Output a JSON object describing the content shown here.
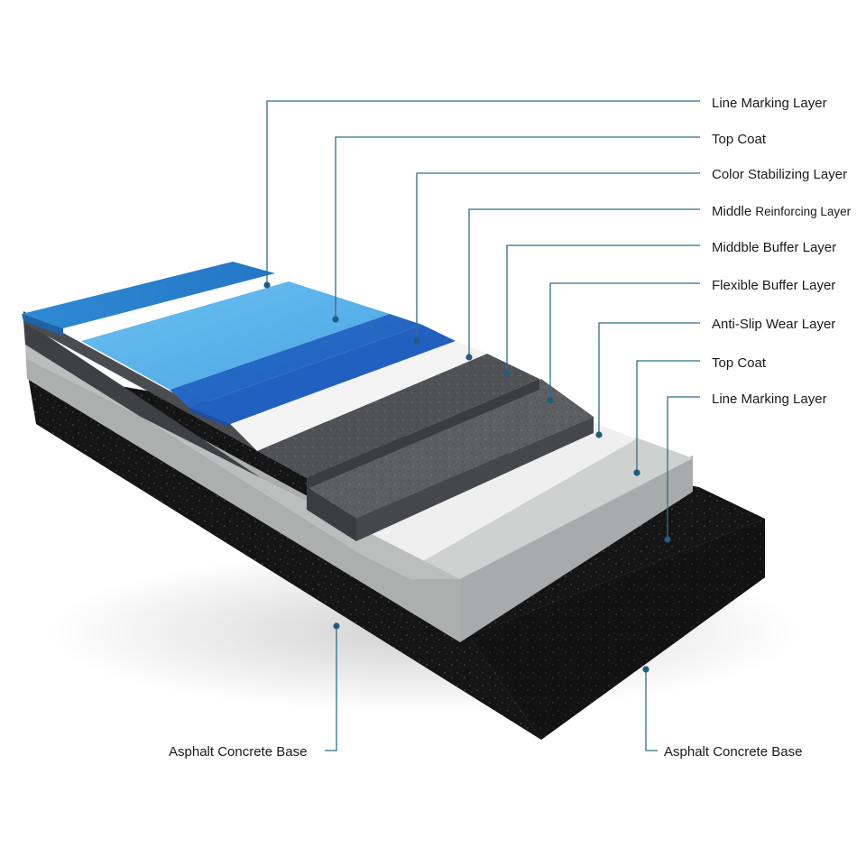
{
  "diagram": {
    "accent_color": "#2d6e8e",
    "labels": {
      "line_marking_top": "Line Marking Layer",
      "top_coat_1": "Top Coat",
      "color_stabilizing": "Color Stabilizing Layer",
      "middle_reinforcing_prefix": "Middle ",
      "middle_reinforcing_rest": "Reinforcing Layer",
      "middble_buffer": "Middble Buffer Layer",
      "flexible_buffer": "Flexible Buffer Layer",
      "anti_slip": "Anti-Slip Wear Layer",
      "top_coat_2": "Top Coat",
      "line_marking_bottom": "Line Marking Layer",
      "asphalt_left": "Asphalt Concrete Base",
      "asphalt_right": "Asphalt Concrete Base"
    },
    "layer_colors": {
      "line_marking_blue": "#2a86cf",
      "top_coat_light_blue": "#5bb3ea",
      "color_stabilizing_blue": "#2468c4",
      "white_strip": "#f3f3f3",
      "buffer_dark_gray": "#4c4e51",
      "flexible_gray": "#5b5d60",
      "anti_slip_white": "#ececec",
      "top_coat_gray": "#c9caca",
      "asphalt_black": "#151515"
    }
  }
}
